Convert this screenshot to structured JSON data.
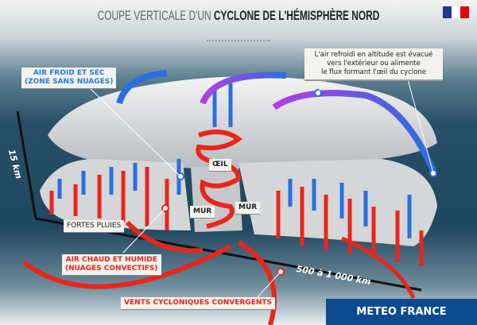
{
  "title": {
    "light": "COUPE VERTICALE D'UN",
    "bold": "CYCLONE DE L'HÉMISPHÈRE NORD"
  },
  "labels": {
    "air_froid_line1": "AIR FROID ET SEC",
    "air_froid_line2": "(ZONE SANS NUAGES)",
    "note_line1": "L'air refroidi en altitude est évacué",
    "note_line2": "vers l'extérieur ou alimente",
    "note_line3": "le flux formant l'œil du cyclone",
    "oeil": "ŒIL",
    "mur_left": "MUR",
    "mur_right": "MUR",
    "fortes_pluies": "FORTES PLUIES",
    "air_chaud_line1": "AIR CHAUD ET HUMIDE",
    "air_chaud_line2": "(NUAGES CONVECTIFS)",
    "vents": "VENTS CYCLONIQUES CONVERGENTS"
  },
  "axes": {
    "height": "15 km",
    "width": "500 à 1 000 km"
  },
  "brand": "METEO FRANCE",
  "colors": {
    "warm": "#e8261b",
    "cold": "#2a6fe0",
    "brand": "#0d4a8f"
  }
}
